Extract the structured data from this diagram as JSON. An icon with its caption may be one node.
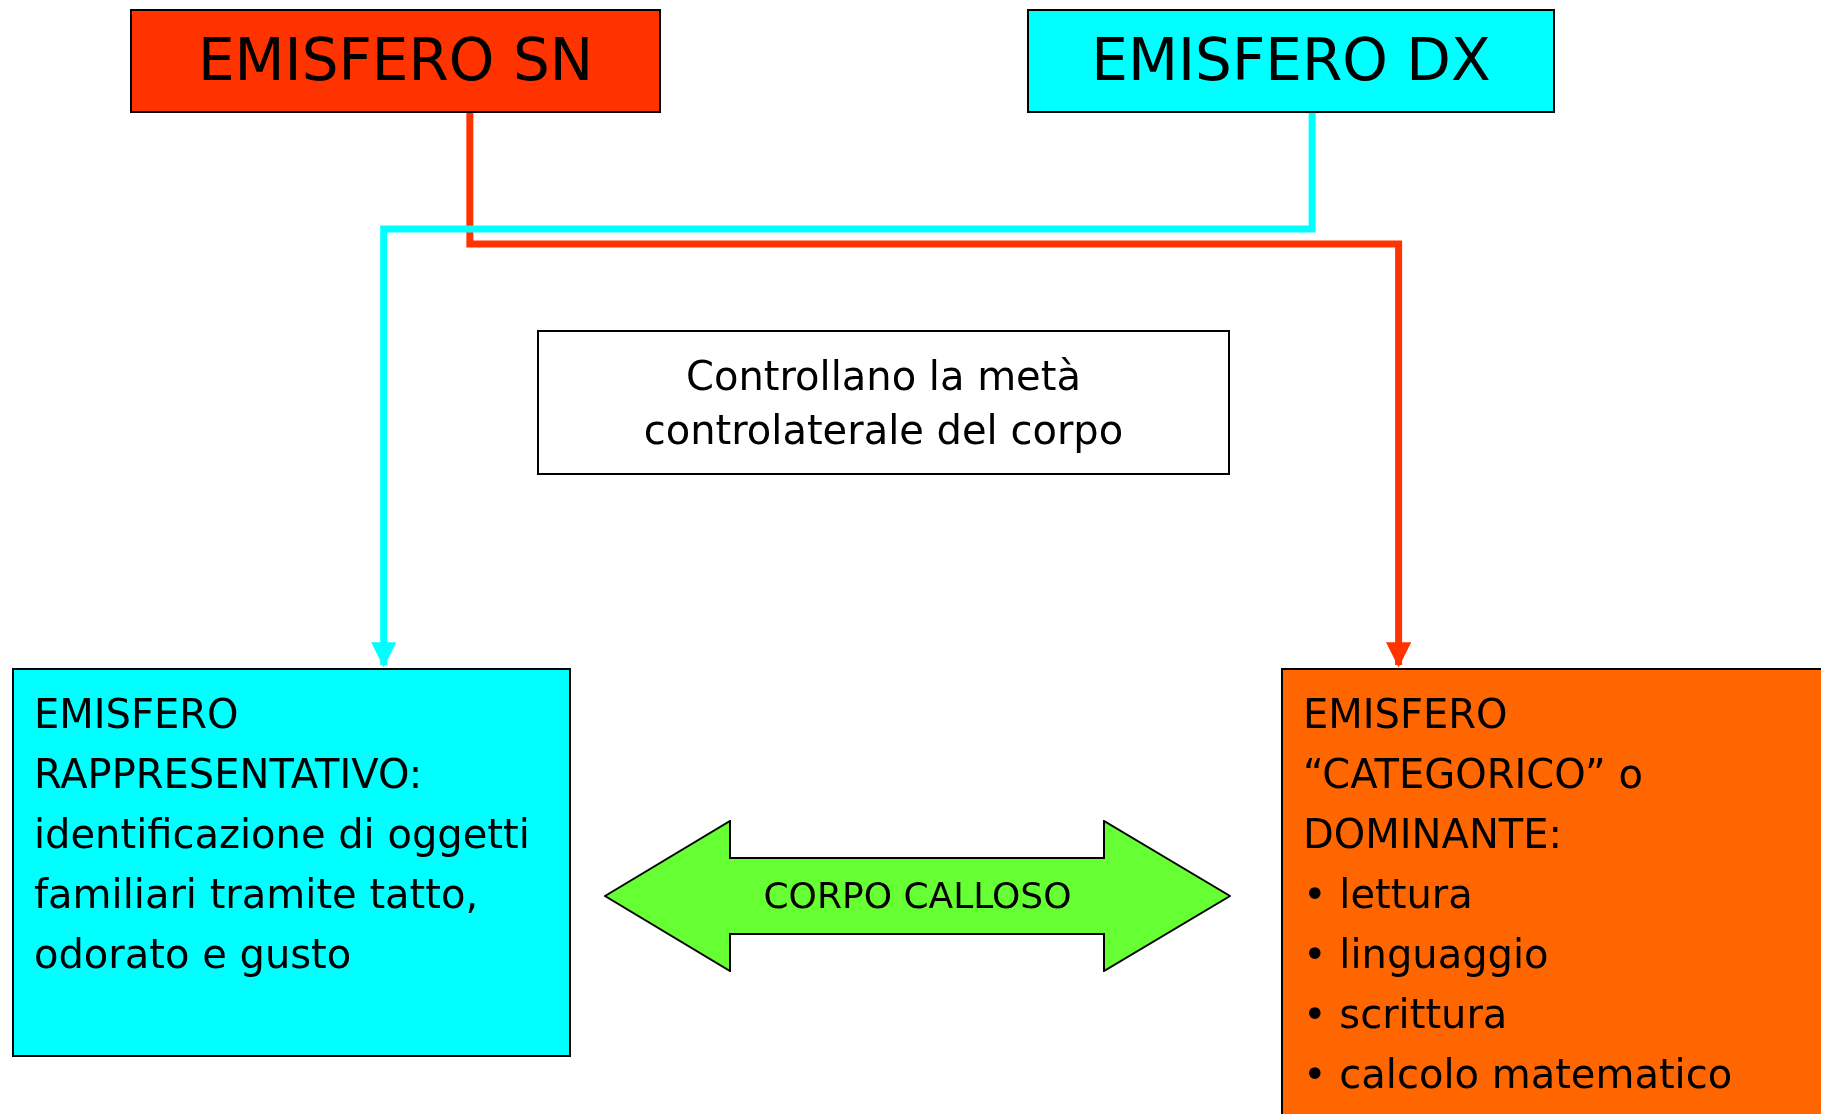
{
  "diagram": {
    "nodes": [
      {
        "text": [
          "EMISFERO SN"
        ]
      },
      {
        "text": [
          "EMISFERO DX"
        ]
      },
      {
        "text": [
          "Controllano la metà controlaterale del corpo"
        ]
      },
      {
        "text": [
          "EMISFERO RAPPRESENTATIVO: identificazione di oggetti familiari tramite tatto, odorato e gusto"
        ]
      },
      {
        "text": [
          "EMISFERO “CATEGORICO” o DOMINANTE:",
          "• lettura",
          "• linguaggio",
          "• scrittura",
          "• calcolo matematico"
        ]
      },
      {
        "text": [
          "CORPO CALLOSO"
        ]
      }
    ],
    "edges": [
      {
        "from": 0,
        "to": 4,
        "arrow": "to",
        "color": "#ff3300"
      },
      {
        "from": 1,
        "to": 3,
        "arrow": "to",
        "color": "#00ffff"
      }
    ]
  }
}
